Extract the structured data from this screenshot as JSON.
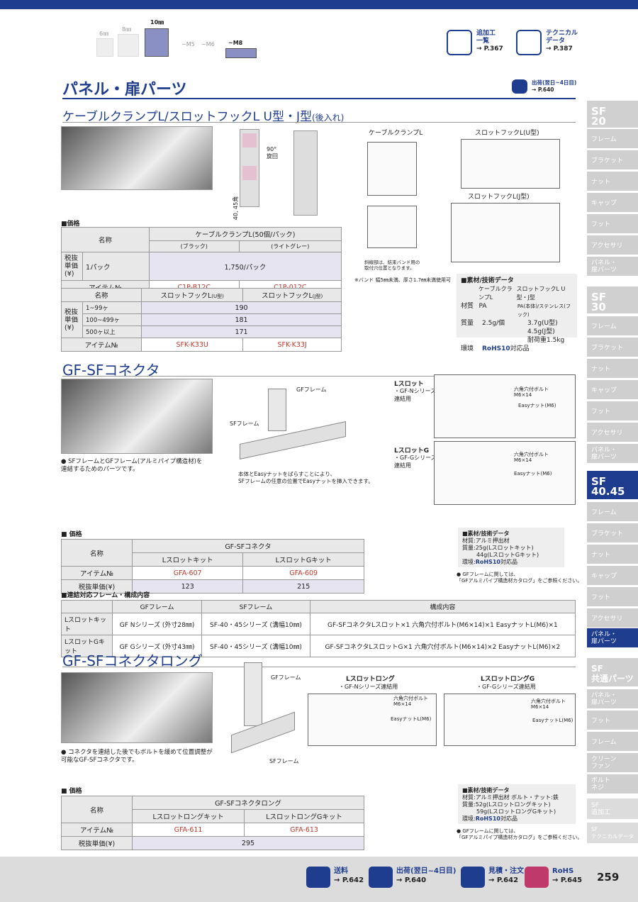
{
  "slot_sizes": {
    "s6": "6㎜",
    "s8": "8㎜",
    "s10": "10㎜",
    "m5": "~M5",
    "m6": "~M6",
    "m8": "~M8"
  },
  "nav": {
    "kako": {
      "l1": "追加工",
      "l2": "一覧",
      "page": "→ P.367"
    },
    "tech": {
      "l1": "テクニカル",
      "l2": "データ",
      "page": "→ P.387"
    },
    "shipping": {
      "l1": "出荷(翌日~4日目)",
      "page": "→ P.640"
    }
  },
  "main_title": "パネル・扉パーツ",
  "s1": {
    "title": "ケーブルクランプL/スロットフックL U型・J型",
    "title_suffix": "(後入れ)",
    "rot": "90°\n旋回",
    "dim_side": "40, 45角",
    "d_clamp": "ケーブルクランプL",
    "d_hook_u": "スロットフックL(U型)",
    "d_hook_j": "スロットフックL(J型)",
    "d_note1": "斜線部は、結束バンド用の\n取付穴位置となります。",
    "d_note2": "※バンド 幅5㎜未満、厚さ1.7㎜未満使用可",
    "price_label": "■価格",
    "t1": {
      "name": "名称",
      "product": "ケーブルクランプL(50個/パック)",
      "black": "(ブラック)",
      "gray": "(ライトグレー)",
      "tax": "税抜\n単価\n(¥)",
      "pack": "1パック",
      "price": "1,750/パック",
      "item": "アイテム№",
      "c1": "C1P-B12C",
      "c2": "C1P-012C"
    },
    "t2": {
      "name": "名称",
      "u": "スロットフックL",
      "u_s": "(U型)",
      "j": "スロットフックL",
      "j_s": "(J型)",
      "tax": "税抜\n単価\n(¥)",
      "r1": "1~99ヶ",
      "r2": "100~499ヶ",
      "r3": "500ヶ以上",
      "p1": "190",
      "p2": "181",
      "p3": "171",
      "item": "アイテム№",
      "c1": "SFK-K33U",
      "c2": "SFK-K33J"
    },
    "spec": {
      "head": "■素材/技術データ",
      "col1": "ケーブルクランプL",
      "col2": "スロットフックL U型・J型",
      "mat": "材質",
      "mat1": "PA",
      "mat2": "PA(本体)/ステンレス(フック)",
      "wt": "質量",
      "wt1": "2.5g/個",
      "wt2a": "3.7g(U型)",
      "wt2b": "4.5g(J型)",
      "load": "耐荷重1.5kg",
      "env": "環境",
      "rohs": "RoHS10",
      "rohs_s": "対応品"
    }
  },
  "s2": {
    "title": "GF-SFコネクタ",
    "bullet": "● SFフレームとGFフレーム(アルミパイプ構造材)を\n連結するためのパーツです。",
    "gf": "GFフレーム",
    "sf": "SFフレーム",
    "caption": "本体とEasyナットをばらすことにより、\nSFフレームの任意の位置でEasyナットを挿入できます。",
    "ls": "Lスロット",
    "ls_sub": "・GF-Nシリーズ\n連結用",
    "lsg": "LスロットG",
    "lsg_sub": "・GF-Gシリーズ\n連結用",
    "bolt": "六角穴付ボルト\nM6×14",
    "nut": "Easyナット(M6)",
    "price_label": "■ 価格",
    "t": {
      "name": "名称",
      "group": "GF-SFコネクタ",
      "k1": "Lスロットキット",
      "k2": "LスロットGキット",
      "item": "アイテム№",
      "c1": "GFA-607",
      "c2": "GFA-609",
      "price": "税抜単価(¥)",
      "p1": "123",
      "p2": "215"
    },
    "spec": {
      "head": "■素材/技術データ",
      "mat": "材質:アルミ押出材",
      "wt1": "質量:25g(Lスロットキット)",
      "wt2": "44g(LスロットGキット)",
      "env": "環境:",
      "rohs": "RoHS10",
      "rohs_s": "対応品"
    },
    "note": "● GFフレームに関しては、\n「GFアルミパイプ構造材カタログ」をご参照ください。",
    "comp_label": "■連結対応フレーム・構成内容",
    "comp": {
      "h1": "GFフレーム",
      "h2": "SFフレーム",
      "h3": "構成内容",
      "r1": [
        "Lスロットキット",
        "GF Nシリーズ (外寸28㎜)",
        "SF-40・45シリーズ (溝幅10㎜)",
        "GF-SFコネクタLスロット×1 六角穴付ボルト(M6×14)×1 EasyナットL(M6)×1"
      ],
      "r2": [
        "LスロットGキット",
        "GF Gシリーズ (外寸43㎜)",
        "SF-40・45シリーズ (溝幅10㎜)",
        "GF-SFコネクタLスロットG×1 六角穴付ボルト(M6×14)×2 EasyナットL(M6)×2"
      ]
    }
  },
  "s3": {
    "title": "GF-SFコネクタロング",
    "bullet": "● コネクタを連結した後でもボルトを緩めて位置調整が\n可能なGF-SFコネクタです。",
    "gf": "GFフレーム",
    "sf": "SFフレーム",
    "ll": "Lスロットロング",
    "ll_sub": "・GF-Nシリーズ連結用",
    "llg": "LスロットロングG",
    "llg_sub": "・GF-Gシリーズ連結用",
    "bolt": "六角穴付ボルト\nM6×14",
    "nut": "EasyナットL(M6)",
    "price_label": "■ 価格",
    "t": {
      "name": "名称",
      "group": "GF-SFコネクタロング",
      "k1": "Lスロットロングキット",
      "k2": "LスロットロングGキット",
      "item": "アイテム№",
      "c1": "GFA-611",
      "c2": "GFA-613",
      "price": "税抜単価(¥)",
      "p": "295"
    },
    "spec": {
      "head": "■素材/技術データ",
      "mat": "材質:アルミ押出材 ボルト・ナット:鉄",
      "wt1": "質量:52g(Lスロットロングキット)",
      "wt2": "59g(LスロットロングGキット)",
      "env": "環境:",
      "rohs": "RoHS10",
      "rohs_s": "対応品"
    },
    "note": "● GFフレームに関しては、\n「GFアルミパイプ構造材カタログ」をご参照ください。"
  },
  "sidebar": {
    "sf20": "SF\n20",
    "sf30": "SF\n30",
    "sf4045": "SF\n40.45",
    "common": "SF\n共通パーツ",
    "frame": "フレーム",
    "bracket": "ブラケット",
    "nut": "ナット",
    "cap": "キャップ",
    "foot": "フット",
    "acc": "アクセサリ",
    "panel": "パネル・\n扉パーツ",
    "fan": "クリーン\nファン",
    "bolt": "ボルト\nネジ",
    "add": "SF\n追加工",
    "techdata": "SF\nテクニカルデータ"
  },
  "footer": {
    "ship": {
      "l": "送料",
      "p": "→ P.642"
    },
    "out": {
      "l": "出荷(翌日~4日目)",
      "p": "→ P.640"
    },
    "quote": {
      "l": "見積・注文",
      "p": "→ P.642"
    },
    "rohs": {
      "l": "RoHS",
      "p": "→ P.645"
    },
    "page": "259"
  }
}
